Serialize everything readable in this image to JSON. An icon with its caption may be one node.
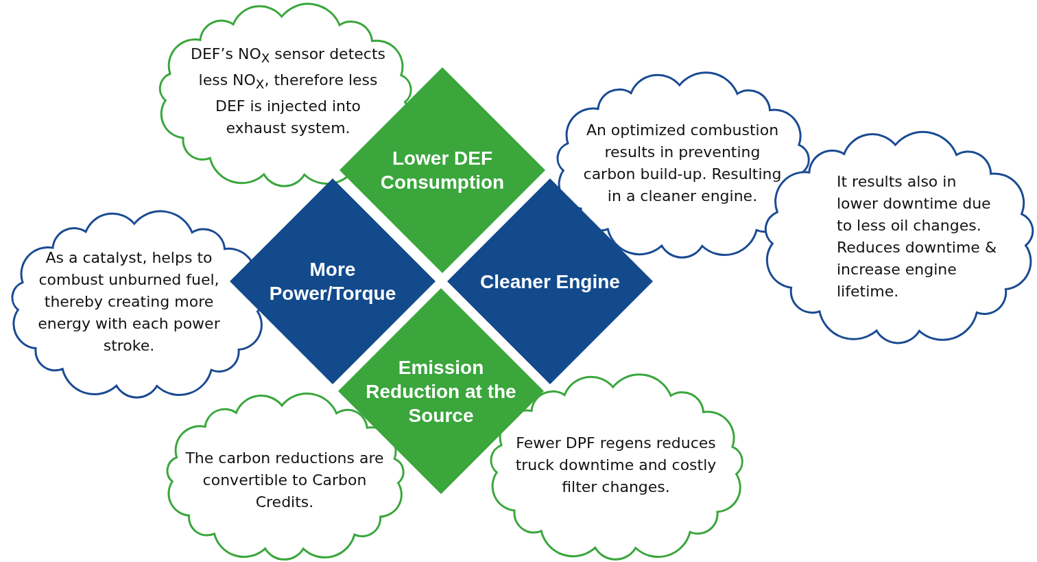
{
  "diagram": {
    "nodes": [
      {
        "text": [
          "DEF’s NO$_{X}$ sensor detects less NO$_{X}$, therefore less DEF is injected into exhaust system."
        ]
      },
      {
        "text": [
          "Lower DEF Consumption"
        ]
      },
      {
        "text": [
          "An optimized combustion results in preventing carbon build-up. Resulting in a cleaner engine."
        ]
      },
      {
        "text": [
          "It results also in lower downtime due to less oil changes. Reduces downtime & increase engine lifetime."
        ]
      },
      {
        "text": [
          "As a catalyst, helps to combust unburned fuel, thereby creating more energy with each power stroke."
        ]
      },
      {
        "text": [
          "More Power/Torque"
        ]
      },
      {
        "text": [
          "Cleaner Engine"
        ]
      },
      {
        "text": [
          "Emission Reduction at the Source"
        ]
      },
      {
        "text": [
          "The carbon reductions are convertible to Carbon Credits."
        ]
      },
      {
        "text": [
          "Fewer DPF regens reduces truck downtime and costly filter changes."
        ]
      }
    ],
    "edges": []
  }
}
